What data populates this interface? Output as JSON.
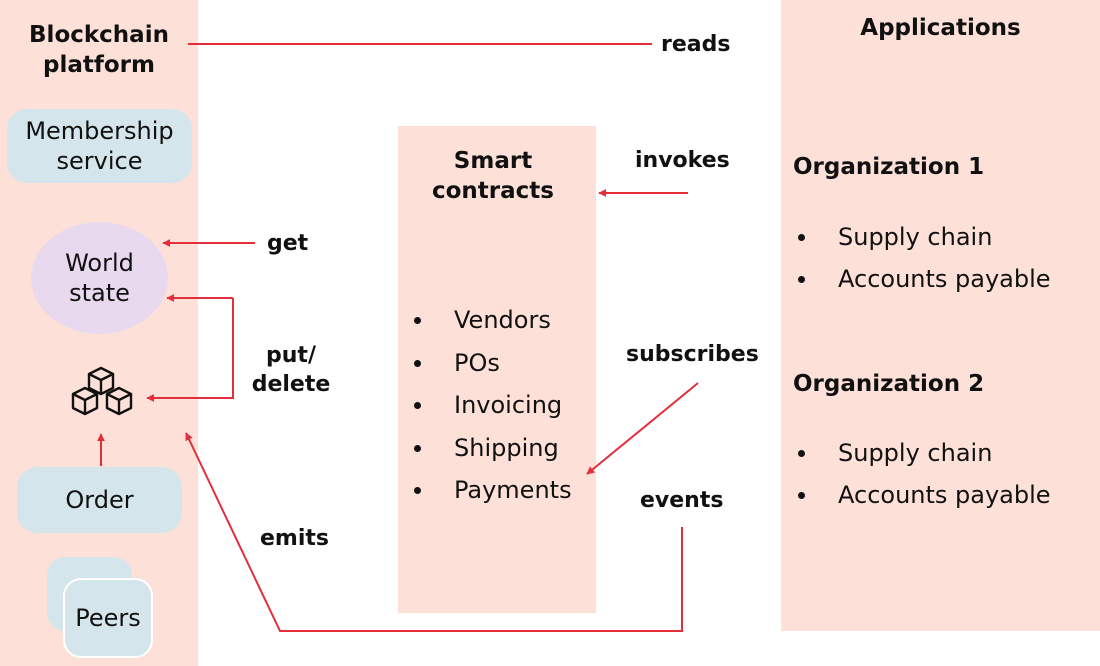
{
  "colors": {
    "panel_fill": "#fde1d8",
    "pill_fill": "#d5e5ec",
    "world_state_fill": "#e9d9ee",
    "peers_border": "#ffffff",
    "arrow": "#e22f3b",
    "text": "#111111"
  },
  "platform": {
    "title": "Blockchain platform",
    "membership": "Membership service",
    "world_state": "World state",
    "ledger_icon": "blocks-icon",
    "order": "Order",
    "peers": "Peers"
  },
  "contracts": {
    "title": "Smart contracts",
    "items": [
      "Vendors",
      "POs",
      "Invoicing",
      "Shipping",
      "Payments"
    ]
  },
  "applications": {
    "title": "Applications",
    "orgs": [
      {
        "name": "Organization 1",
        "items": [
          "Supply chain",
          "Accounts payable"
        ]
      },
      {
        "name": "Organization 2",
        "items": [
          "Supply chain",
          "Accounts payable"
        ]
      }
    ]
  },
  "arrows": {
    "reads": "reads",
    "get": "get",
    "put_delete": "put/ delete",
    "emits": "emits",
    "invokes": "invokes",
    "subscribes": "subscribes",
    "events": "events"
  }
}
